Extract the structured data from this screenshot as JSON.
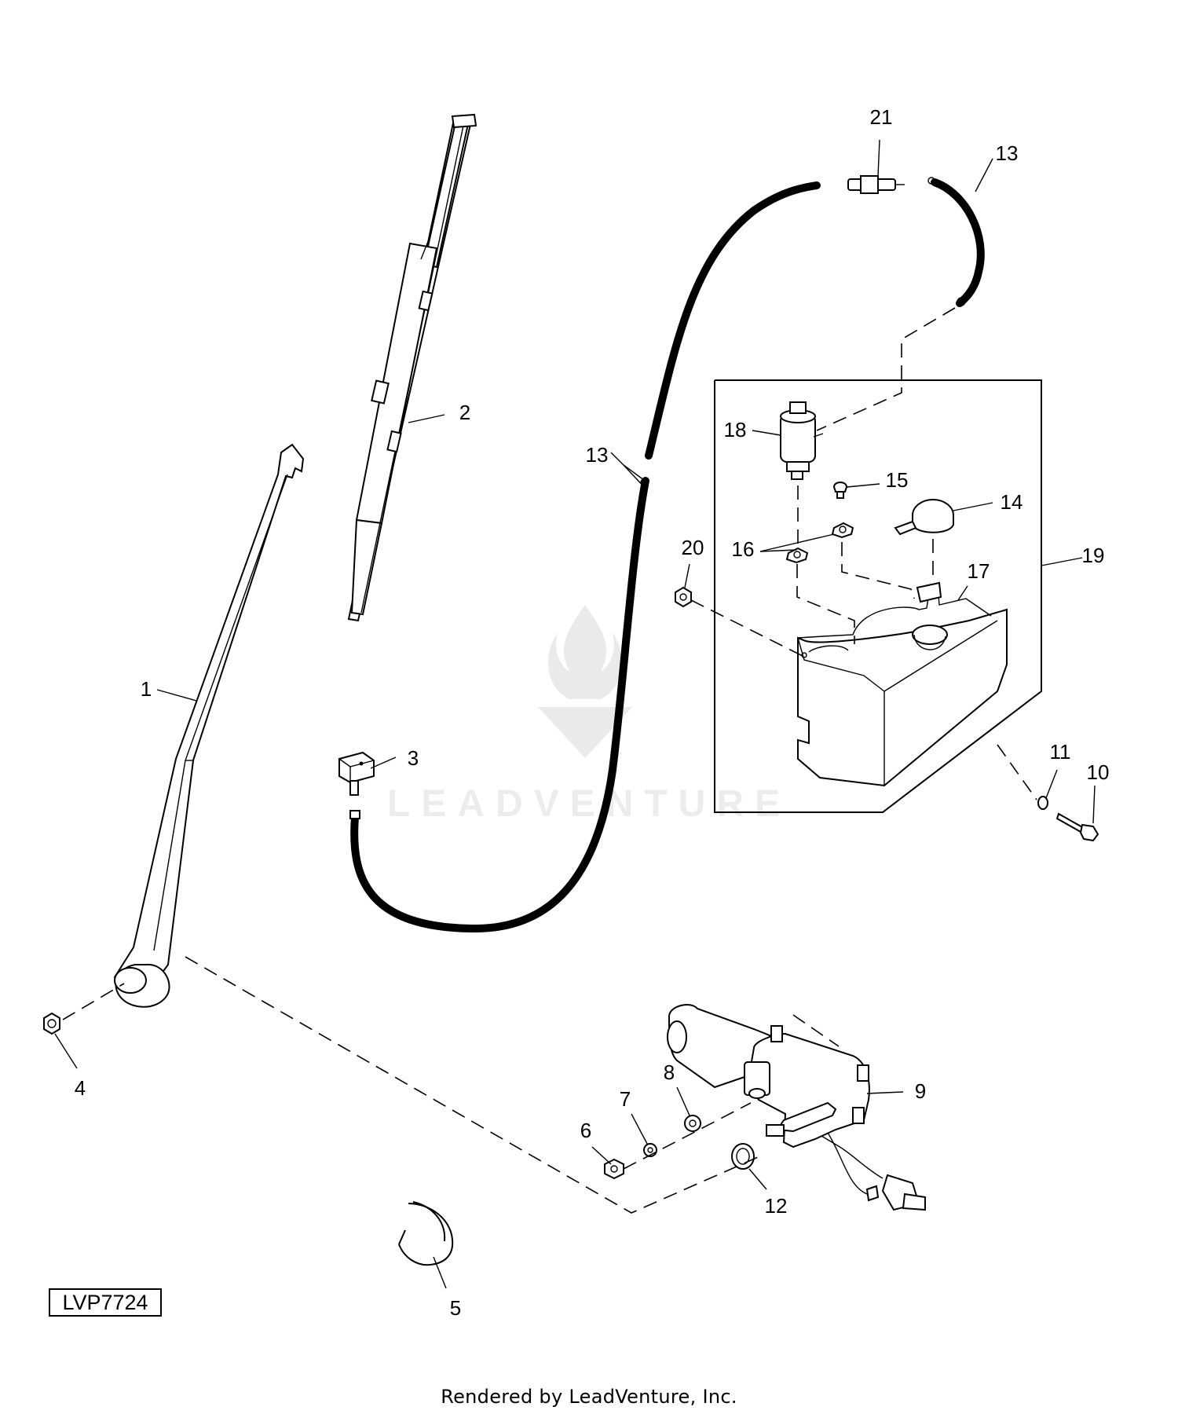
{
  "figure_id": "LVP7724",
  "footer": "Rendered by LeadVenture, Inc.",
  "watermark": "LEADVENTURE",
  "callouts": {
    "c1": "1",
    "c2": "2",
    "c3": "3",
    "c4": "4",
    "c5": "5",
    "c6": "6",
    "c7": "7",
    "c8": "8",
    "c9": "9",
    "c10": "10",
    "c11": "11",
    "c12": "12",
    "c13a": "13",
    "c13b": "13",
    "c14": "14",
    "c15": "15",
    "c16": "16",
    "c17": "17",
    "c18": "18",
    "c19": "19",
    "c20": "20",
    "c21": "21"
  }
}
